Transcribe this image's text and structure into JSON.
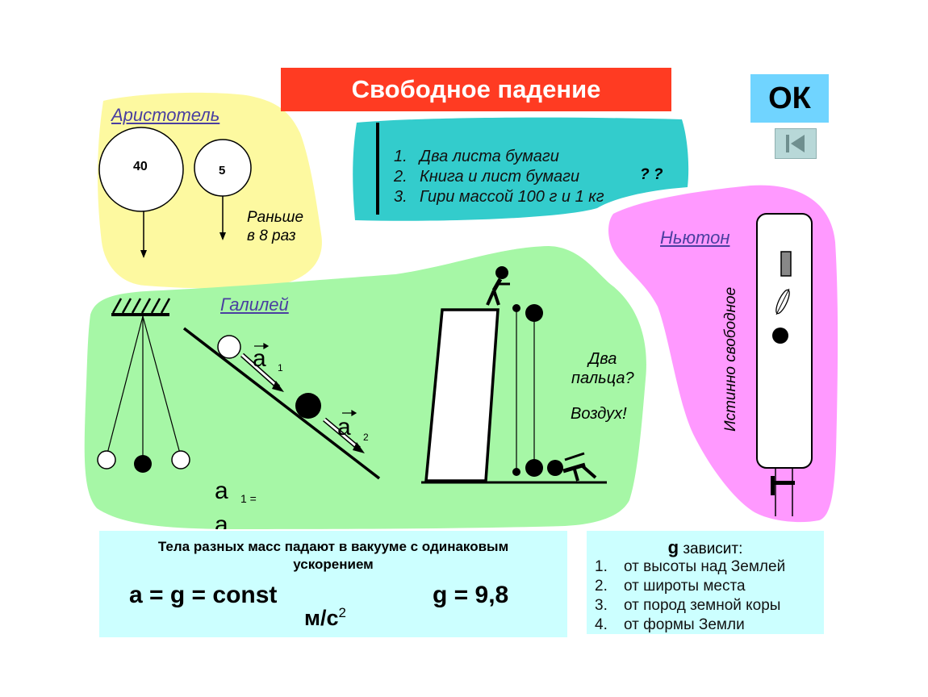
{
  "title": "Свободное падение",
  "ok_label": "ОК",
  "aristotle": {
    "name": "Аристотель",
    "ball_big": "40",
    "ball_small": "5",
    "note_line1": "Раньше",
    "note_line2": "в 8 раз"
  },
  "experiments": {
    "items": [
      {
        "num": "1.",
        "text": "Два листа бумаги"
      },
      {
        "num": "2.",
        "text": "Книга и лист бумаги"
      },
      {
        "num": "3.",
        "text": "Гири массой 100 г и 1 кг"
      }
    ],
    "question": "? ?"
  },
  "newton": {
    "name": "Ньютон",
    "tube_label": "Истинно свободное"
  },
  "galileo": {
    "name": "Галилей",
    "a_letter": "a",
    "sub1": "1",
    "sub2": "2",
    "eq_sub": "1 =",
    "two_fingers_line1": "Два",
    "two_fingers_line2": "пальца?",
    "air": "Воздух!"
  },
  "conclusion": {
    "line1": "Тела разных масс падают в вакууме с одинаковым",
    "line2": "ускорением",
    "formula": "a = g = const",
    "g_value": "g = 9,8",
    "unit": "м/с",
    "unit_power": "2"
  },
  "g_depends": {
    "heading_g": "g",
    "heading_rest": " зависит:",
    "items": [
      {
        "num": "1.",
        "text": "от высоты над Землей"
      },
      {
        "num": "2.",
        "text": "от широты места"
      },
      {
        "num": "3.",
        "text": "от пород земной коры"
      },
      {
        "num": "4.",
        "text": "от формы Земли"
      }
    ]
  },
  "colors": {
    "title_bg": "#ff3b22",
    "ok_bg": "#70d4ff",
    "aristotle_bg": "#fdf9a0",
    "experiments_bg": "#33cccc",
    "newton_bg": "#ff99ff",
    "galileo_bg": "#a6f7a6",
    "bottom_bg": "#ccffff"
  }
}
